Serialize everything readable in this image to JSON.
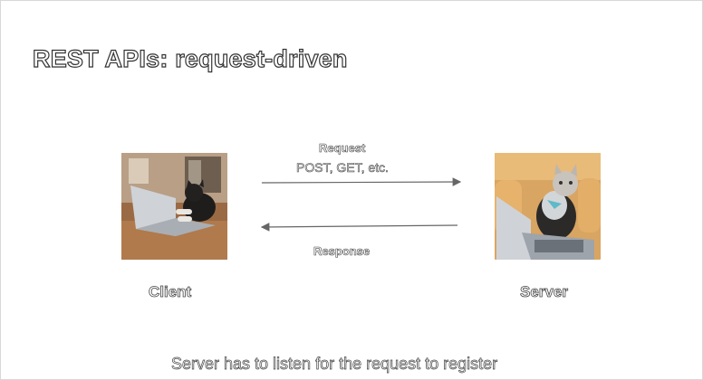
{
  "slide": {
    "title": "REST APIs: request-driven",
    "footer": "Server has to listen for the request to register"
  },
  "client": {
    "caption": "Client",
    "image": "cat-typing-on-laptop-at-table"
  },
  "server": {
    "caption": "Server",
    "image": "cat-typing-on-laptop-on-couch"
  },
  "arrows": {
    "request_label": "Request",
    "request_methods": "POST, GET, etc.",
    "response_label": "Response",
    "color": "#666666"
  }
}
